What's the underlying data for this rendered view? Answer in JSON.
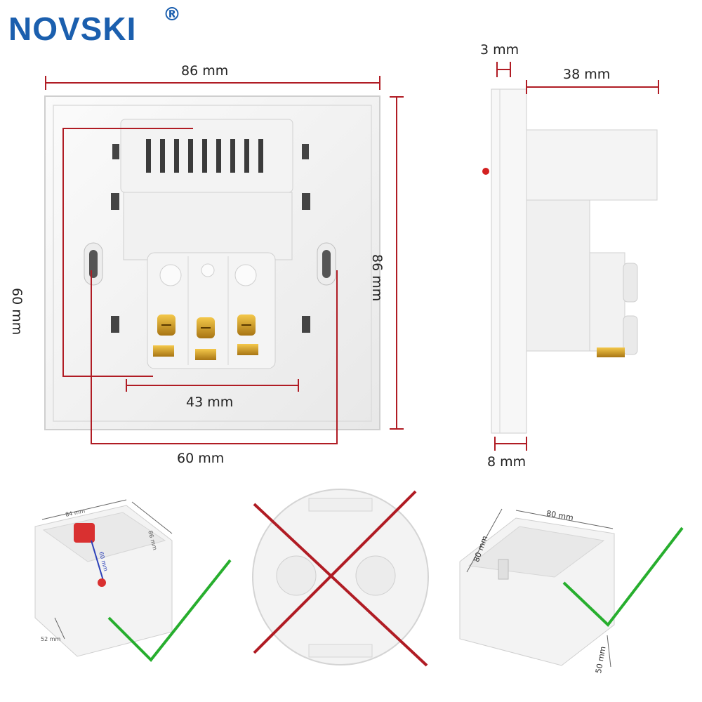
{
  "brand": {
    "name": "NOVSKI",
    "registered": "®"
  },
  "dimensions": {
    "front_width": "86 mm",
    "front_height": "86 mm",
    "mount_inner_height": "60 mm",
    "terminal_width": "43 mm",
    "mount_hole_spacing": "60 mm",
    "side_panel": "3 mm",
    "side_depth": "38 mm",
    "side_base": "8 mm"
  },
  "box_left": {
    "top": "84 mm",
    "right": "86 mm",
    "inner": "60 mm",
    "depth": "52 mm"
  },
  "box_right": {
    "top": "80 mm",
    "left": "80 mm",
    "depth": "50 mm"
  },
  "colors": {
    "brand": "#1b5fae",
    "measure": "#b01c24",
    "ok": "#27ae2e",
    "wrong": "#b01c24"
  }
}
